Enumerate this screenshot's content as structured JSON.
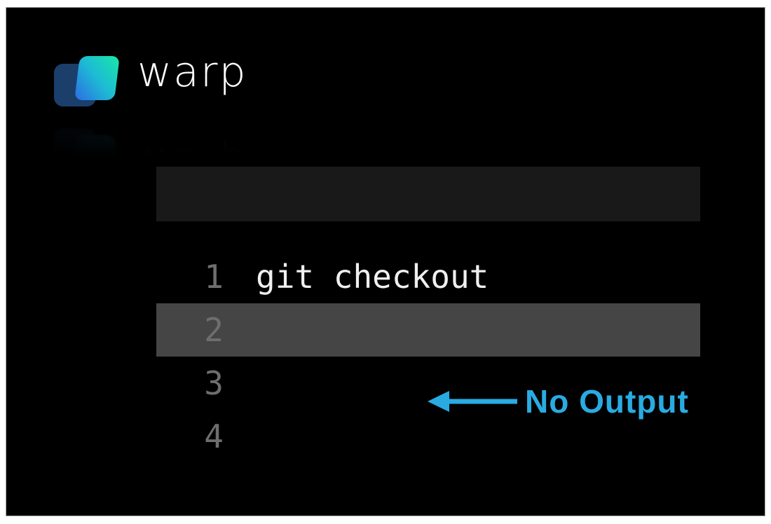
{
  "brand": {
    "name": "warp"
  },
  "logo": {
    "icon": "warp-logo-icon",
    "colors": {
      "back_tile": "#1C3E6B",
      "gradient_start": "#2D6AE3",
      "gradient_mid": "#1DBBD4",
      "gradient_end": "#18E9A6"
    }
  },
  "terminal": {
    "command_bar": {
      "value": ""
    },
    "lines": [
      {
        "number": "1",
        "content": "git checkout",
        "highlighted": false
      },
      {
        "number": "2",
        "content": "",
        "highlighted": true
      },
      {
        "number": "3",
        "content": "",
        "highlighted": false
      },
      {
        "number": "4",
        "content": "",
        "highlighted": false
      }
    ]
  },
  "annotation": {
    "icon": "left-arrow-icon",
    "label": "No Output",
    "color": "#29ABE2",
    "arrow_direction": "left"
  },
  "colors": {
    "canvas_bg": "#FFFFFF",
    "window_bg": "#000000",
    "window_border": "#A8A8A8",
    "command_bar_bg": "#191919",
    "highlight_row_bg": "#454545",
    "line_number": "#6E6E6E",
    "command_text": "#EFEFEF",
    "wordmark": "#FFFFFF"
  }
}
